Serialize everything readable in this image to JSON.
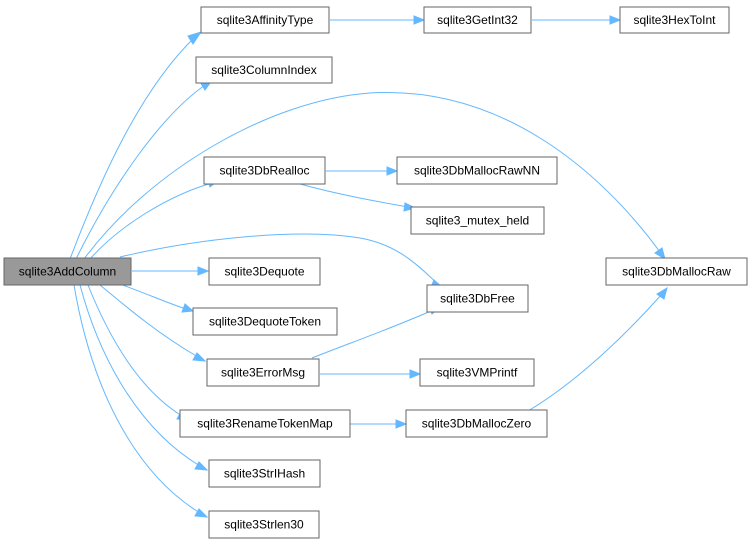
{
  "colors": {
    "edge": "#63b8ff",
    "node_border": "#666666",
    "root_fill": "#999999",
    "node_fill": "#ffffff"
  },
  "nodes": {
    "root": "sqlite3AddColumn",
    "affinity": "sqlite3AffinityType",
    "getint": "sqlite3GetInt32",
    "hextoint": "sqlite3HexToInt",
    "colindex": "sqlite3ColumnIndex",
    "dbrealloc": "sqlite3DbRealloc",
    "mallocrawnn": "sqlite3DbMallocRawNN",
    "mutex": "sqlite3_mutex_held",
    "mallocraw": "sqlite3DbMallocRaw",
    "dequote": "sqlite3Dequote",
    "dbfree": "sqlite3DbFree",
    "dequotetoken": "sqlite3DequoteToken",
    "errormsg": "sqlite3ErrorMsg",
    "vmprintf": "sqlite3VMPrintf",
    "renametoken": "sqlite3RenameTokenMap",
    "malloczero": "sqlite3DbMallocZero",
    "strihash": "sqlite3StrIHash",
    "strlen": "sqlite3Strlen30"
  },
  "edges": [
    [
      "root",
      "affinity"
    ],
    [
      "affinity",
      "getint"
    ],
    [
      "getint",
      "hextoint"
    ],
    [
      "root",
      "colindex"
    ],
    [
      "root",
      "mallocraw"
    ],
    [
      "root",
      "dbrealloc"
    ],
    [
      "dbrealloc",
      "mallocrawnn"
    ],
    [
      "dbrealloc",
      "mutex"
    ],
    [
      "root",
      "dbfree"
    ],
    [
      "root",
      "dequote"
    ],
    [
      "root",
      "dequotetoken"
    ],
    [
      "root",
      "errormsg"
    ],
    [
      "errormsg",
      "dbfree"
    ],
    [
      "errormsg",
      "vmprintf"
    ],
    [
      "root",
      "renametoken"
    ],
    [
      "renametoken",
      "malloczero"
    ],
    [
      "malloczero",
      "mallocraw"
    ],
    [
      "root",
      "strihash"
    ],
    [
      "root",
      "strlen"
    ]
  ]
}
